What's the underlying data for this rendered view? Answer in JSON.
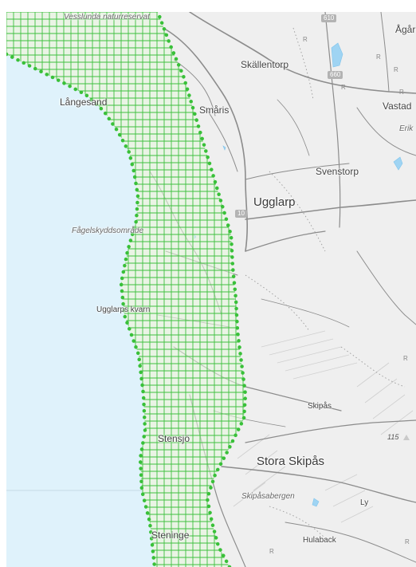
{
  "map": {
    "colors": {
      "sea": "#dff2fb",
      "land": "#efefef",
      "roads": "#8c8c8c",
      "grid_line": "#3ec03e",
      "grid_fill": "#e6f7dc",
      "boundary_dots": "#39c039",
      "water_spots": "#7fc4ec"
    },
    "labels": {
      "vesslunda": "Vesslunda naturreservat",
      "langesand": "Långesand",
      "skallentorp": "Skällentorp",
      "smaris": "Småris",
      "vastad": "Vastad",
      "erik": "Erik",
      "svenstorp": "Svenstorp",
      "ugglarp": "Ugglarp",
      "fagelskydd": "Fågelskyddsområde",
      "ugglarps_kvarn": "Ugglarps kvarn",
      "skipas": "Skipås",
      "stensjo": "Stensjö",
      "stora_skipas": "Stora Skipås",
      "skipasabergen": "Skipåsabergen",
      "ly": "Ly",
      "hulaback": "Hulaback",
      "steninge": "Steninge",
      "agard": "Ågår"
    },
    "road_shields": {
      "r610": "610",
      "r660": "660",
      "r10": "10"
    },
    "heights": {
      "h115": "115"
    },
    "r_marks": [
      "R",
      "R",
      "R",
      "R",
      "R",
      "R",
      "R",
      "R"
    ]
  }
}
